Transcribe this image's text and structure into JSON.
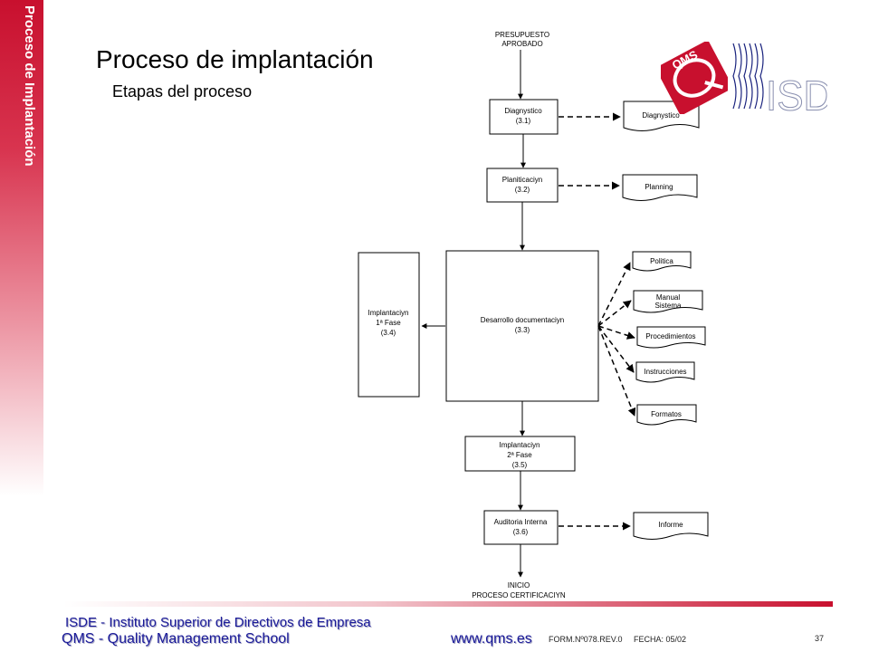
{
  "sidebar": {
    "label": "Proceso de Implantación",
    "color": "#c8102e"
  },
  "header": {
    "title": "Proceso de implantación",
    "subtitle": "Etapas del proceso"
  },
  "diagram": {
    "start": {
      "line1": "PRESUPUESTO",
      "line2": "APROBADO"
    },
    "steps": {
      "diagnostico": {
        "line1": "Diagnystico",
        "line2": "(3.1)"
      },
      "planificacion": {
        "line1": "Planiticaciyn",
        "line2": "(3.2)"
      },
      "desarrollo": {
        "line1": "Desarrollo documentaciyn",
        "line2": "(3.3)"
      },
      "implantacion1": {
        "line1": "Implantaciyn",
        "line2": "1ª Fase",
        "line3": "(3.4)"
      },
      "implantacion2": {
        "line1": "Implantaciyn",
        "line2": "2ª Fase",
        "line3": "(3.5)"
      },
      "auditoria": {
        "line1": "Auditoria Interna",
        "line2": "(3.6)"
      }
    },
    "outputs": {
      "diagnostico": "Diagnystico",
      "planning": "Planning",
      "politica": "Politica",
      "manual_line1": "Manual",
      "manual_line2": "Sistema",
      "procedimientos": "Procedimientos",
      "instrucciones": "Instrucciones",
      "formatos": "Formatos",
      "informe": "Informe"
    },
    "end": {
      "line1": "INICIO",
      "line2": "PROCESO CERTIFICACIYN"
    }
  },
  "logos": {
    "qms": "QMS",
    "isde": "ISDE",
    "qms_color": "#c8102e",
    "isde_color": "#1a237e"
  },
  "footer": {
    "isde": "ISDE - Instituto Superior de Directivos de Empresa",
    "qms": "QMS - Quality Management School",
    "url": "www.qms.es",
    "form": "FORM.Nº078.REV.0",
    "date": "FECHA: 05/02",
    "page": "37"
  }
}
